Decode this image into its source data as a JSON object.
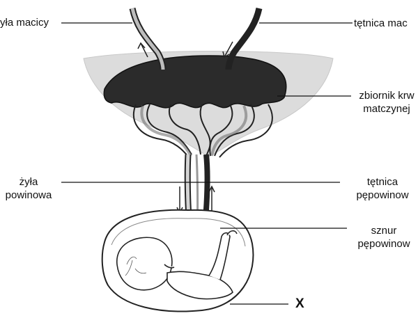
{
  "labels": {
    "uterine_vein": "yła macicy",
    "uterine_artery": "tętnica mac",
    "maternal_blood_reservoir_line1": "zbiornik krw",
    "maternal_blood_reservoir_line2": "matczynej",
    "umbilical_vein_line1": "żyła",
    "umbilical_vein_line2": "powinowa",
    "umbilical_artery_line1": "tętnica",
    "umbilical_artery_line2": "pępowinow",
    "umbilical_cord_line1": "sznur",
    "umbilical_cord_line2": "pępowinow",
    "marker_x": "X"
  }
}
